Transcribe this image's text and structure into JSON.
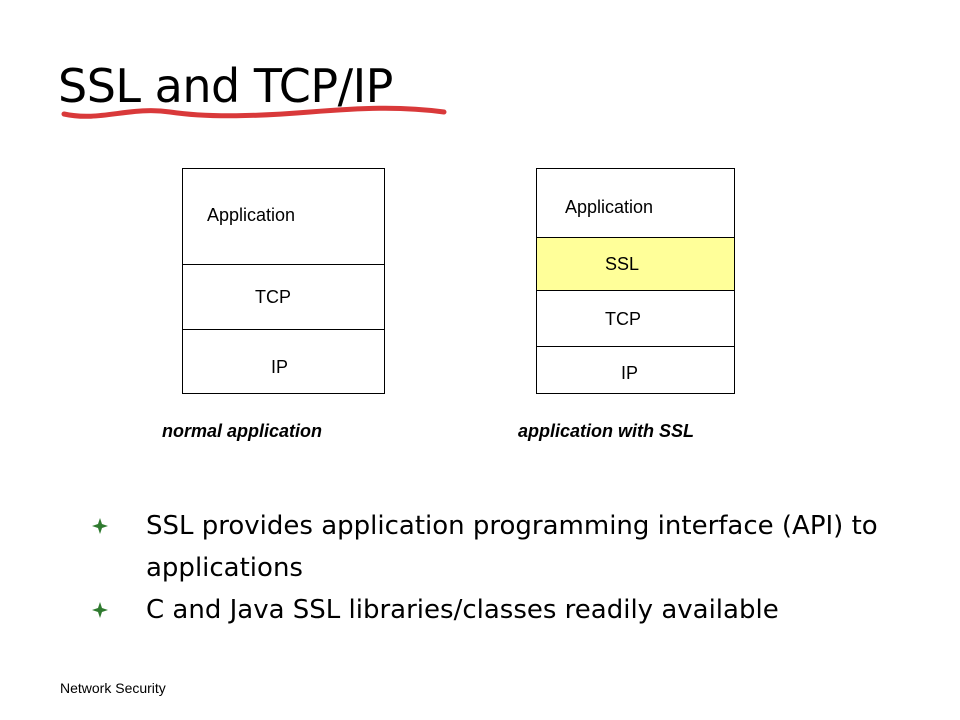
{
  "slide": {
    "title": "SSL and TCP/IP",
    "accent_color": "#d9393a"
  },
  "diagram": {
    "left_stack": {
      "layers": [
        "Application",
        "TCP",
        "IP"
      ],
      "caption": "normal application"
    },
    "right_stack": {
      "layers": [
        "Application",
        "SSL",
        "TCP",
        "IP"
      ],
      "caption": "application  with SSL",
      "highlight_color": "#ffff99"
    }
  },
  "bullets": [
    "SSL provides application programming interface (API) to applications",
    "C and Java SSL libraries/classes readily available"
  ],
  "bullet_icon": "diamond-bullet-icon",
  "footer": "Network Security"
}
